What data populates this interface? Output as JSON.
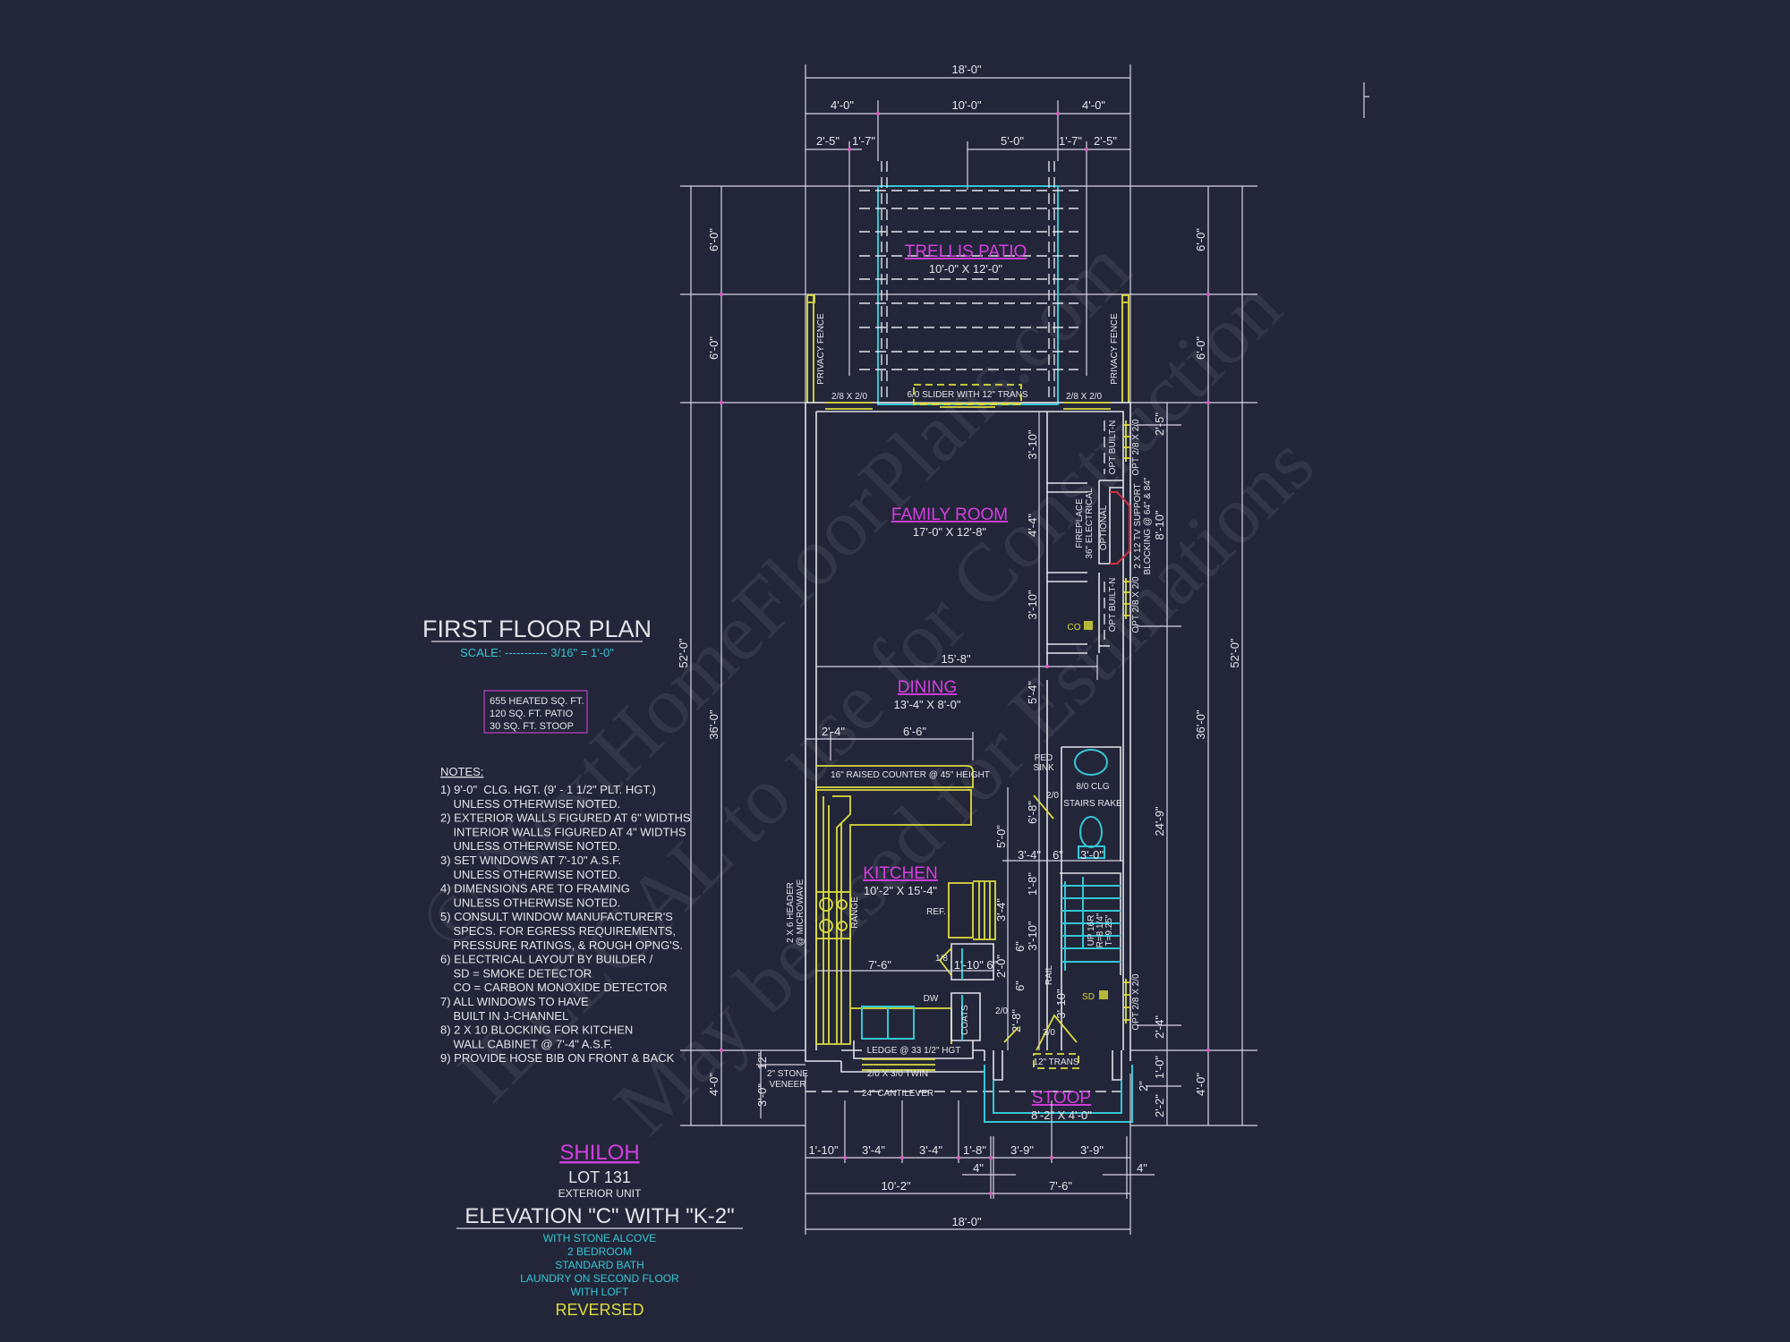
{
  "colors": {
    "background": "#232639",
    "room_label": "#d53ee0",
    "accent_cyan": "#35c6d4",
    "accent_yellow": "#dcdc3c",
    "line": "#e2e2ea"
  },
  "watermark": [
    "© NextHomeFloorPlans.com",
    "ILLEGAL to use for Construction",
    "May be used for Estimations"
  ],
  "title": {
    "plan": "FIRST FLOOR PLAN",
    "scale": "SCALE: ----------- 3/16\" = 1'-0\""
  },
  "areas": [
    "655 HEATED SQ. FT.",
    "120 SQ. FT. PATIO",
    "30 SQ. FT. STOOP"
  ],
  "notes": {
    "heading": "NOTES:",
    "lines": [
      "1) 9'-0\"  CLG. HGT. (9' - 1 1/2\" PLT. HGT.)",
      "    UNLESS OTHERWISE NOTED.",
      "2) EXTERIOR WALLS FIGURED AT 6\" WIDTHS",
      "    INTERIOR WALLS FIGURED AT 4\" WIDTHS",
      "    UNLESS OTHERWISE NOTED.",
      "3) SET WINDOWS AT 7'-10\" A.S.F.",
      "    UNLESS OTHERWISE NOTED.",
      "4) DIMENSIONS ARE TO FRAMING",
      "    UNLESS OTHERWISE NOTED.",
      "5) CONSULT WINDOW MANUFACTURER'S",
      "    SPECS. FOR EGRESS REQUIREMENTS,",
      "    PRESSURE RATINGS, & ROUGH OPNG'S.",
      "6) ELECTRICAL LAYOUT BY BUILDER /",
      "    SD = SMOKE DETECTOR",
      "    CO = CARBON MONOXIDE DETECTOR",
      "7) ALL WINDOWS TO HAVE",
      "    BUILT IN J-CHANNEL",
      "8) 2 X 10 BLOCKING FOR KITCHEN",
      "    WALL CABINET @ 7'-4\" A.S.F.",
      "9) PROVIDE HOSE BIB ON FRONT & BACK"
    ]
  },
  "title_block": {
    "name": "SHILOH",
    "lot": "LOT 131",
    "unit": "EXTERIOR UNIT",
    "elevation": "ELEVATION \"C\" WITH \"K-2\"",
    "options": [
      "WITH STONE ALCOVE",
      "2 BEDROOM",
      "STANDARD BATH",
      "LAUNDRY ON SECOND FLOOR",
      "WITH LOFT"
    ],
    "reversed": "REVERSED"
  },
  "rooms": {
    "patio": {
      "name": "TRELLIS PATIO",
      "size": "10'-0\" X 12'-0\""
    },
    "family": {
      "name": "FAMILY ROOM",
      "size": "17'-0\" X 12'-8\""
    },
    "dining": {
      "name": "DINING",
      "size": "13'-4\" X 8'-0\""
    },
    "kitchen": {
      "name": "KITCHEN",
      "size": "10'-2\" X 15'-4\""
    },
    "stoop": {
      "name": "STOOP",
      "size": "8'-2\" X 4'-0\""
    }
  },
  "dims": {
    "top": {
      "overall": "18'-0\"",
      "row2": [
        "4'-0\"",
        "10'-0\"",
        "4'-0\""
      ],
      "row3": [
        "2'-5\"",
        "1'-7\"",
        "5'-0\"",
        "1'-7\"",
        "2'-5\""
      ]
    },
    "bottom": {
      "row1": [
        "1'-10\"",
        "3'-4\"",
        "3'-4\"",
        "1'-8\"",
        "3'-9\"",
        "3'-9\""
      ],
      "offsets": [
        "4\"",
        "4\""
      ],
      "row2": [
        "10'-2\"",
        "7'-6\""
      ],
      "overall": "18'-0\""
    },
    "left": {
      "overall": "52'-0\"",
      "segments": [
        "6'-0\"",
        "6'-0\"",
        "36'-0\"",
        "4'-0\""
      ],
      "small": [
        "12\"",
        "3'-0\""
      ]
    },
    "right": {
      "overall": "52'-0\"",
      "segments": [
        "6'-0\"",
        "6'-0\"",
        "36'-0\"",
        "4'-0\""
      ],
      "inner": [
        "2'-5\"",
        "8'-10\"",
        "24'-9\"",
        "2'-4\"",
        "1'-0\"",
        "2'-2\"",
        "2\""
      ]
    },
    "interior": {
      "family_right": [
        "3'-10\"",
        "4'-4\"",
        "3'-10\"",
        "5'-4\""
      ],
      "width_15_8": "15'-8\"",
      "dining_row": [
        "2'-4\"",
        "6'-6\""
      ],
      "kitchen": [
        "7'-6\"",
        "1'-10\" 6\"",
        "5'-0\"",
        "6'-8\"",
        "3'-4\"",
        "1'-8\"",
        "3'-10\"",
        "2'-0\"",
        "6\"",
        "6\"",
        "2'-8\"",
        "3'-10\""
      ],
      "bath_row": [
        "3'-4\"",
        "6\"",
        "3'-0\""
      ]
    }
  },
  "annotations": {
    "privacy_fence": "PRIVACY FENCE",
    "window_2_8": "2/8 X 2/0",
    "slider": "6/0 SLIDER WITH 12\" TRANS",
    "fireplace": [
      "FIREPLACE",
      "36\" ELECTRICAL"
    ],
    "optional": "OPTIONAL",
    "tv_support": [
      "2 X 12 TV SUPPORT",
      "BLOCKING @ 64\" & 84\""
    ],
    "opt_built_in": "OPT BUILT-N",
    "opt_window": "OPT 2/8 X 2/0",
    "co": "CO",
    "raised_counter": "16\" RAISED COUNTER @ 45\" HEIGHT",
    "ped_sink": [
      "PED",
      "SINK"
    ],
    "clg": "8/0 CLG",
    "stairs_rake": "STAIRS RAKE",
    "door_2_0": "2/0",
    "ref": "REF.",
    "range": "RANGE",
    "header": [
      "2 X 6 HEADER",
      "@ MICROWAVE"
    ],
    "door_1_8": "1/8",
    "dw": "DW",
    "coats": "COATS",
    "door_3_0": "3/0",
    "rail": "RAIL",
    "stairs": [
      "UP 16R",
      "R=8 1/4\"",
      "T=9.25\""
    ],
    "sd": "SD",
    "ledge": "LEDGE @ 33 1/2\" HGT",
    "trans": "12\" TRANS",
    "twin_window": "2/0 X 3/0 TWIN",
    "cantilever": "24\" CANTILEVER",
    "stone_veneer": [
      "2\" STONE",
      "VENEER"
    ]
  }
}
